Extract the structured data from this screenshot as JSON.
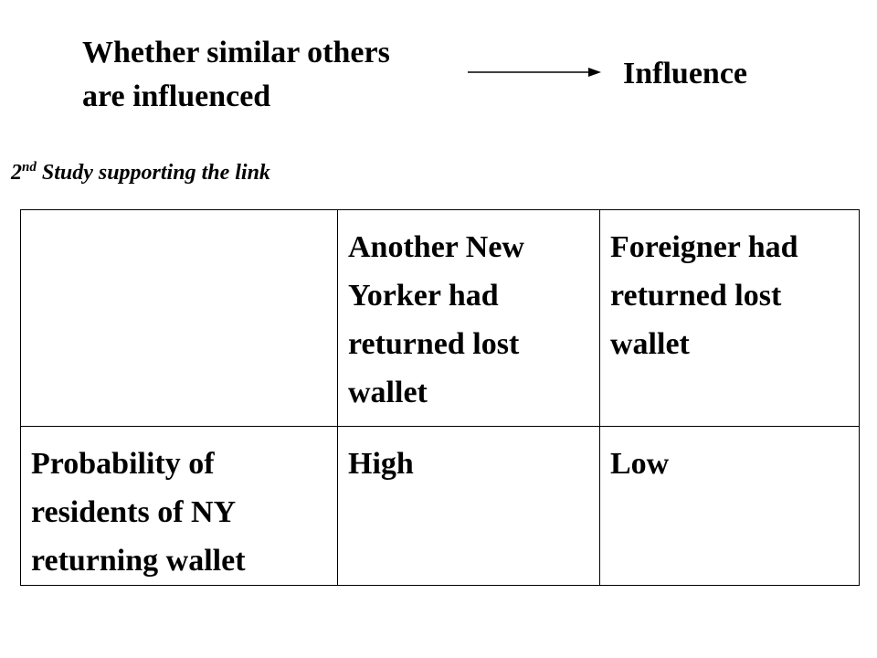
{
  "diagram": {
    "cause_lines": [
      "Whether similar others",
      "are influenced"
    ],
    "effect": "Influence"
  },
  "subtitle": {
    "number": "2",
    "ordinal_suffix": "nd",
    "text": " Study supporting the link"
  },
  "table": {
    "header": {
      "corner": "",
      "col1": "Another New Yorker had returned lost wallet",
      "col2": "Foreigner had returned lost wallet"
    },
    "row": {
      "label": "Probability of residents of NY returning wallet",
      "col1": "High",
      "col2": "Low"
    }
  }
}
